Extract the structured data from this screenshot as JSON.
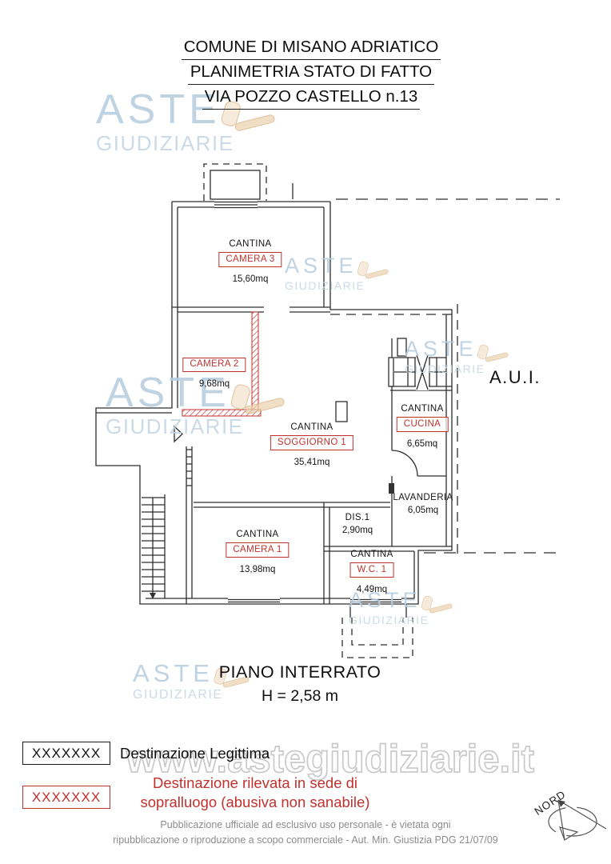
{
  "header": {
    "title_line1": "COMUNE DI MISANO ADRIATICO",
    "title_line2": "PLANIMETRIA STATO DI FATTO",
    "title_line3": "VIA POZZO CASTELLO n.13"
  },
  "plan": {
    "floor_label": "PIANO INTERRATO",
    "floor_height": "H = 2,58 m",
    "aui_label": "A.U.I.",
    "compass_label": "NORD",
    "rooms": [
      {
        "zone": "CANTINA",
        "name": "CAMERA 3",
        "area": "15,60mq"
      },
      {
        "zone": "",
        "name": "CAMERA 2",
        "area": "9,68mq"
      },
      {
        "zone": "CANTINA",
        "name": "SOGGIORNO 1",
        "area": "35,41mq"
      },
      {
        "zone": "CANTINA",
        "name": "CUCINA",
        "area": "6,65mq"
      },
      {
        "zone": "",
        "name": "LAVANDERIA",
        "area": "6,05mq"
      },
      {
        "zone": "",
        "name": "DIS.1",
        "area": "2,90mq"
      },
      {
        "zone": "CANTINA",
        "name": "CAMERA 1",
        "area": "13,98mq"
      },
      {
        "zone": "CANTINA",
        "name": "W.C. 1",
        "area": "4,49mq"
      }
    ]
  },
  "legend": {
    "legit_sample": "XXXXXXX",
    "legit_label": "Destinazione Legittima",
    "abusive_sample": "XXXXXXX",
    "abusive_label_line1": "Destinazione rilevata in sede di",
    "abusive_label_line2": "sopralluogo (abusiva non sanabile)"
  },
  "footer": {
    "line1": "Pubblicazione ufficiale ad esclusivo uso personale - è vietata ogni",
    "line2": "ripubblicazione o riproduzione a scopo commerciale - Aut. Min. Giustizia PDG 21/07/09"
  },
  "watermark": {
    "brand_line1": "ASTE",
    "brand_line2": "GIUDIZIARIE",
    "url": "www.astegiudiziarie.it"
  },
  "colors": {
    "abusive_red": "#c0312d",
    "watermark_blue": "#b7cde0",
    "gavel_tan": "#d9b285"
  }
}
